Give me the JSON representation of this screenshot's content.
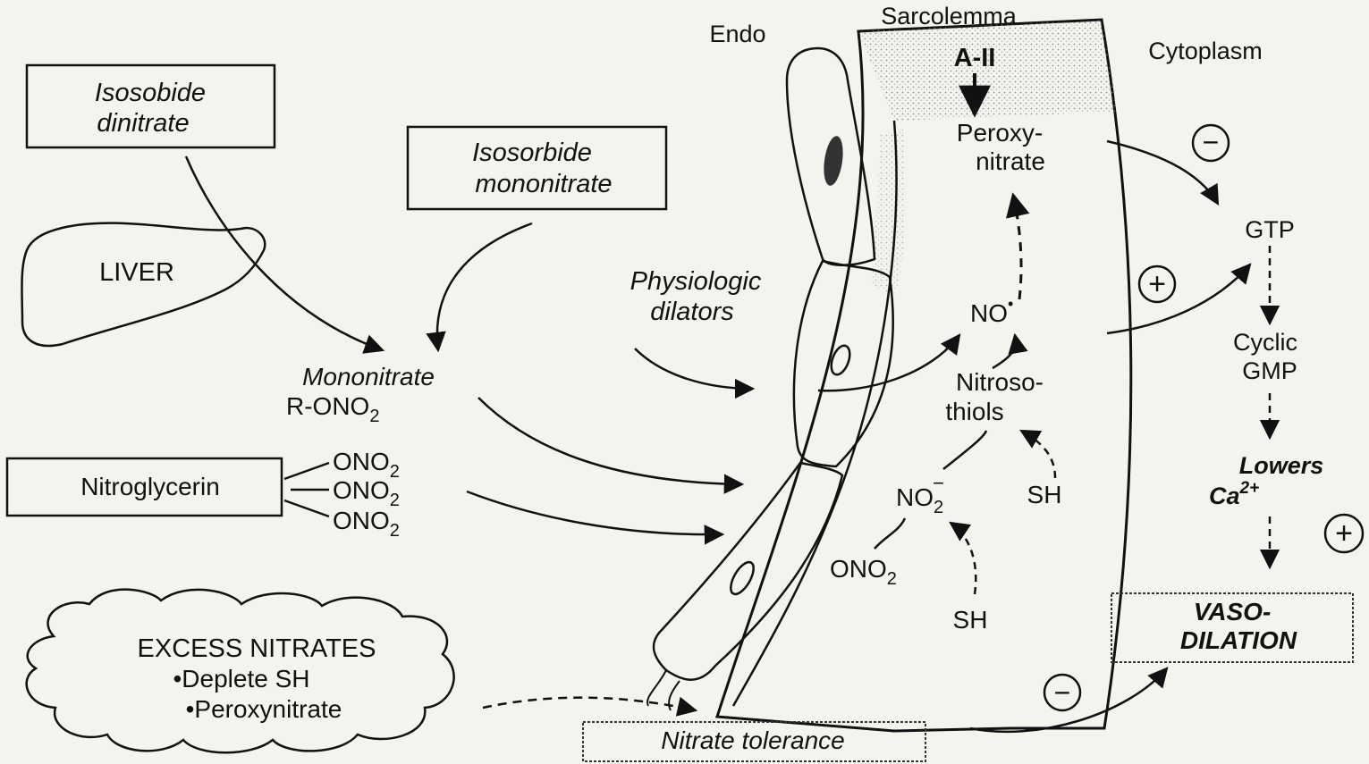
{
  "labels": {
    "endo": "Endo",
    "sarcolemma": "Sarcolemma",
    "cytoplasm": "Cytoplasm",
    "a2": "A-II",
    "peroxy_1": "Peroxy-",
    "peroxy_2": "nitrate",
    "liver": "LIVER",
    "physio_1": "Physiologic",
    "physio_2": "dilators",
    "mono_1": "Mononitrate",
    "mono_2": "R-ONO",
    "mono_2_sub": "2",
    "no": "NO",
    "no_sup": "•",
    "nitroso_1": "Nitroso-",
    "nitroso_2": "thiols",
    "no2": "NO",
    "no2_sub": "2",
    "no2_sup": "−",
    "sh_right": "SH",
    "sh_bottom": "SH",
    "ono2_cell": "ONO",
    "ono2_cell_sub": "2",
    "gtp": "GTP",
    "cgmp_1": "Cyclic",
    "cgmp_2": "GMP",
    "lowers_1": "Lowers",
    "lowers_2": "Ca",
    "lowers_2_sup": "2+",
    "ono2_a": "ONO",
    "ono2_b": "ONO",
    "ono2_c": "ONO",
    "ono2_sub": "2"
  },
  "boxes": {
    "isosobide_1": "Isosobide",
    "isosobide_2": "dinitrate",
    "isosorbide_mono_1": "Isosorbide",
    "isosorbide_mono_2": "mononitrate",
    "nitroglycerin": "Nitroglycerin",
    "vaso_1": "VASO-",
    "vaso_2": "DILATION",
    "tolerance": "Nitrate tolerance"
  },
  "cloud": {
    "title": "EXCESS NITRATES",
    "item_1": "•Deplete SH",
    "item_2": "•Peroxynitrate"
  },
  "signs": {
    "minus_top": "−",
    "plus_mid": "+",
    "plus_right": "+",
    "minus_bottom": "−"
  }
}
